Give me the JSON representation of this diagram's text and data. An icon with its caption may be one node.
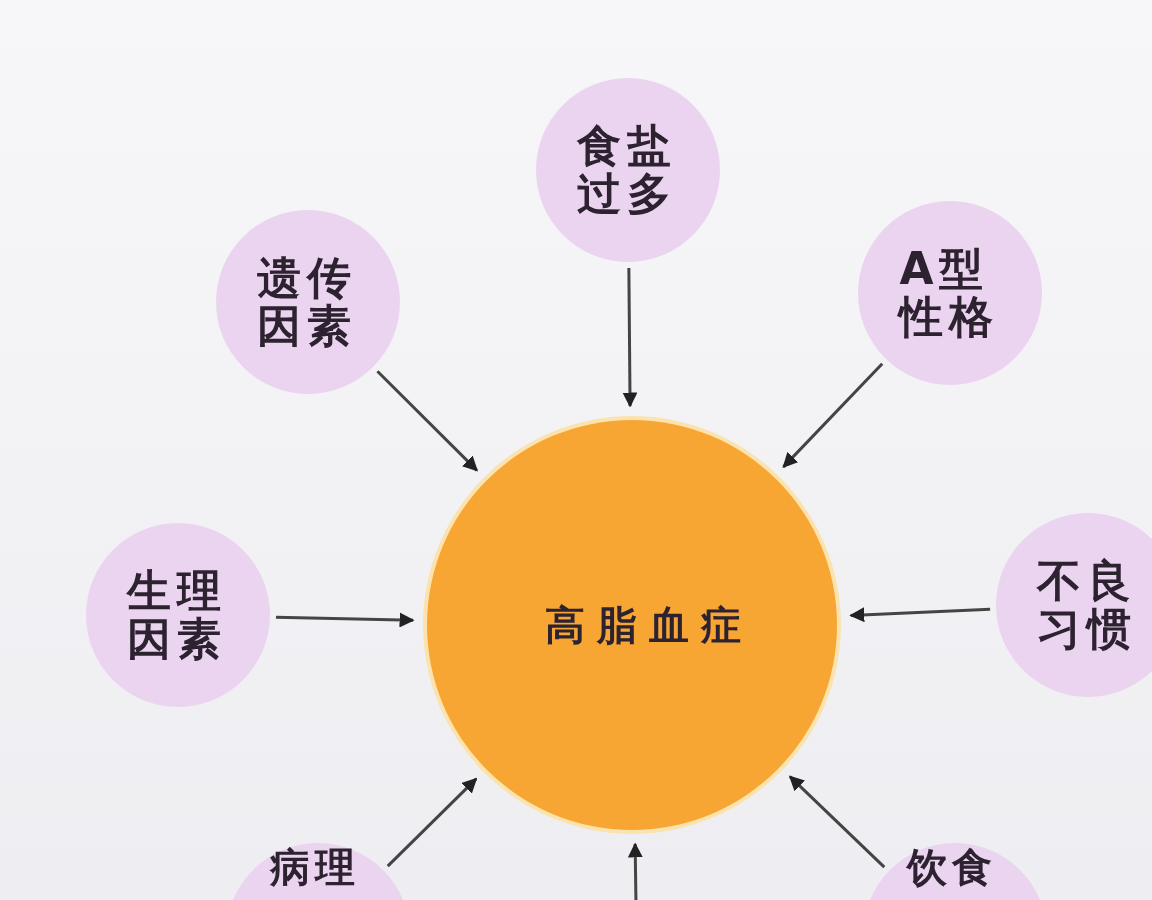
{
  "diagram": {
    "nodes": [
      {
        "text": [
          "高脂血症"
        ]
      },
      {
        "text": [
          "食盐过多"
        ]
      },
      {
        "text": [
          "遗传因素"
        ]
      },
      {
        "text": [
          "A型性格"
        ]
      },
      {
        "text": [
          "生理因素"
        ]
      },
      {
        "text": [
          "不良习惯"
        ]
      },
      {
        "text": [
          "病理"
        ]
      },
      {
        "text": [
          "饮食"
        ]
      }
    ],
    "edges": [
      {
        "from": 1,
        "to": 0,
        "arrow": "to"
      },
      {
        "from": 2,
        "to": 0,
        "arrow": "to"
      },
      {
        "from": 3,
        "to": 0,
        "arrow": "to"
      },
      {
        "from": 4,
        "to": 0,
        "arrow": "to"
      },
      {
        "from": 5,
        "to": 0,
        "arrow": "to"
      },
      {
        "from": 6,
        "to": 0,
        "arrow": "to"
      },
      {
        "from": 7,
        "to": 0,
        "arrow": "to"
      },
      {
        "from": null,
        "to": 0,
        "arrow": "to"
      }
    ]
  }
}
